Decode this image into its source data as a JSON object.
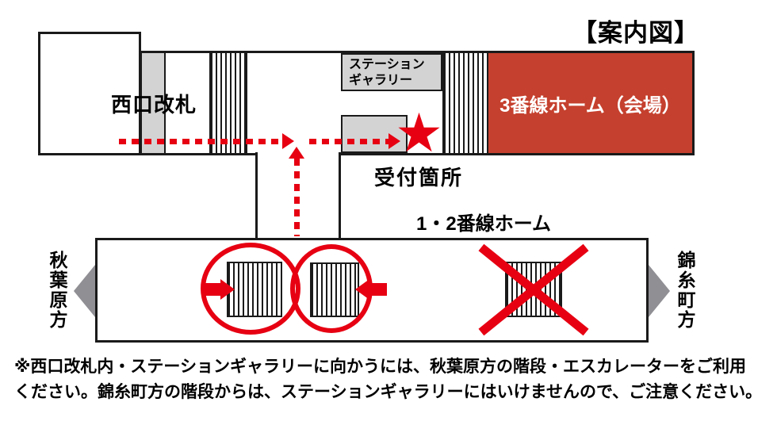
{
  "title": "【案内図】",
  "map": {
    "west_gate": "西口改札",
    "gallery_line1": "ステーション",
    "gallery_line2": "ギャラリー",
    "platform3": "3番線ホーム（会場）",
    "reception": "受付箇所",
    "star_icon": "★"
  },
  "platform": {
    "label": "1・2番線ホーム",
    "left_direction": "秋葉原方",
    "right_direction": "錦糸町方"
  },
  "note": {
    "line1": "※西口改札内・ステーションギャラリーに向かうには、秋葉原方の階段・エスカレーターをご利用",
    "line2": "ください。錦糸町方の階段からは、ステーションギャラリーにはいけませんので、ご注意ください。"
  },
  "colors": {
    "accent_red": "#e60012",
    "platform3_red": "#c5402e",
    "band_gray": "#d3d3d4",
    "direction_gray": "#8f8f94"
  }
}
